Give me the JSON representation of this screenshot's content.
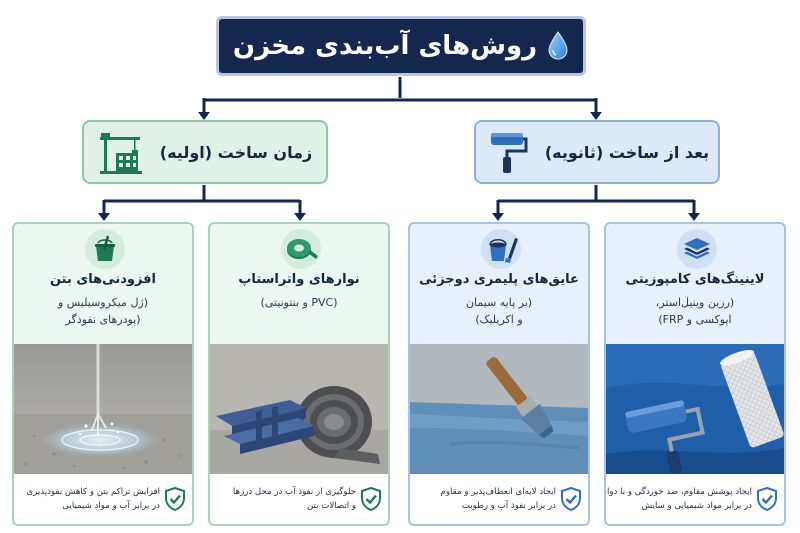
{
  "title": "روش‌های آب‌بندی مخزن",
  "icons": {
    "title": "water-drop-icon",
    "left_category": "construction-crane-icon",
    "right_category": "paint-roller-icon",
    "check": "shield-check-icon"
  },
  "colors": {
    "title_bg": "#14284f",
    "green_panel": "#e2f1e7",
    "blue_panel": "#dce9f8",
    "connector": "#14284f"
  },
  "categories": [
    {
      "label": "زمان ساخت (اولیه)"
    },
    {
      "label": "بعد از ساخت (ثانویه)"
    }
  ],
  "cards": [
    {
      "title": "افزودنی‌های بتن",
      "sub1": "(ژل میکروسیلیس و",
      "sub2": "(پودرهای نفوذگر",
      "foot1": "افزایش تراکم بتن و کاهش نفوذپذیری",
      "foot2": "در برابر آب و مواد شیمیایی",
      "icon": "mixing-bucket-icon"
    },
    {
      "title": "نوارهای واتراستاپ",
      "sub1": "(PVC و بنتونیتی)",
      "foot1": "جلوگیری از نفوذ آب در محل درزها",
      "foot2": "و اتصالات بتن",
      "icon": "tape-roll-icon"
    },
    {
      "title": "عایق‌های پلیمری دوجزئی",
      "sub1": "(بر پایه سیمان",
      "sub2": "و اکریلیک)",
      "foot1": "ایجاد لایه‌ای انعطاف‌پذیر و مقاوم",
      "foot2": "در برابر نفوذ آب و رطوبت",
      "icon": "paint-bucket-icon"
    },
    {
      "title": "لاینینگ‌های کامپوزیتی",
      "sub1": "(رزین وینیل‌استر،",
      "sub2": "اپوکسی و FRP)",
      "foot1": "ایجاد پوشش مقاوم، ضد خوردگی و با دوام",
      "foot2": "در برابر مواد شیمیایی و سایش",
      "icon": "layers-icon"
    }
  ]
}
